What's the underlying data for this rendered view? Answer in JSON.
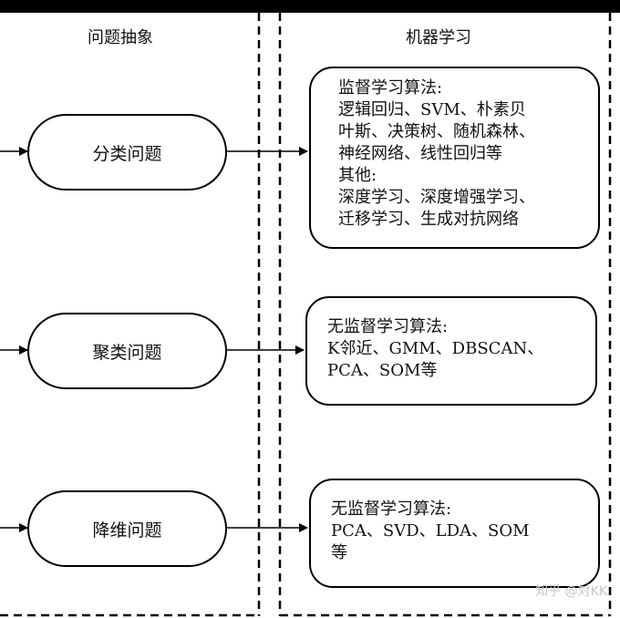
{
  "columns": {
    "abstraction_title": "问题抽象",
    "ml_title": "机器学习"
  },
  "problems": [
    {
      "label": "分类问题"
    },
    {
      "label": "聚类问题"
    },
    {
      "label": "降维问题"
    }
  ],
  "boxes": [
    {
      "lines": [
        "监督学习算法:",
        "逻辑回归、SVM、朴素贝",
        "叶斯、决策树、随机森林、",
        "神经网络、线性回归等",
        "其他:",
        "深度学习、深度增强学习、",
        "迁移学习、生成对抗网络"
      ]
    },
    {
      "lines": [
        "无监督学习算法:",
        "K邻近、GMM、DBSCAN、",
        "PCA、SOM等"
      ]
    },
    {
      "lines": [
        "无监督学习算法:",
        "PCA、SVD、LDA、SOM",
        "等"
      ]
    }
  ],
  "watermark": "知乎 @对KK"
}
